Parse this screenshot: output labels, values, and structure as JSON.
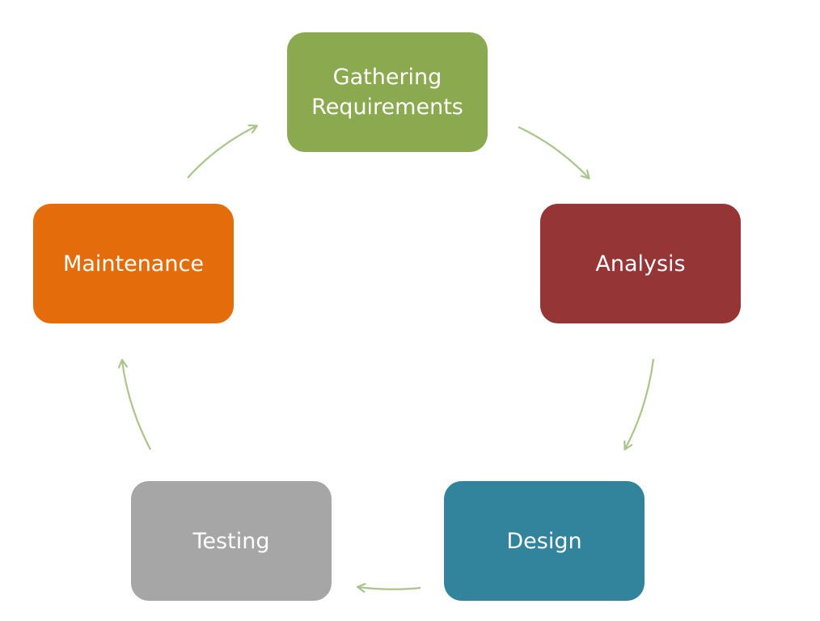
{
  "diagram": {
    "nodes": [
      {
        "id": "gathering",
        "label": "Gathering\nRequirements",
        "color": "#8BAA4F"
      },
      {
        "id": "analysis",
        "label": "Analysis",
        "color": "#953535"
      },
      {
        "id": "design",
        "label": "Design",
        "color": "#31849B"
      },
      {
        "id": "testing",
        "label": "Testing",
        "color": "#A6A6A6"
      },
      {
        "id": "maintenance",
        "label": "Maintenance",
        "color": "#E46C0A"
      }
    ],
    "edges": [
      {
        "from": "gathering",
        "to": "analysis"
      },
      {
        "from": "analysis",
        "to": "design"
      },
      {
        "from": "design",
        "to": "testing"
      },
      {
        "from": "testing",
        "to": "maintenance"
      },
      {
        "from": "maintenance",
        "to": "gathering"
      }
    ],
    "arrow_color": "#A9C58A"
  }
}
